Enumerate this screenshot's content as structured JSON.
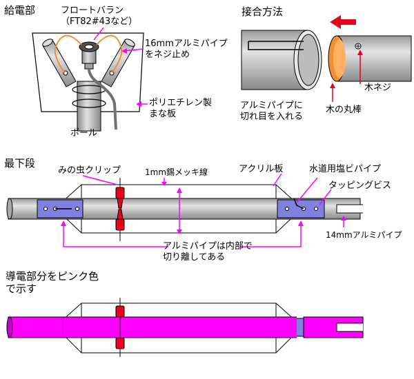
{
  "sections": {
    "feed": "給電部",
    "joint": "接合方法",
    "bottom": "最下段",
    "conductive": "導電部分をピンク色\nで示す"
  },
  "feed_labels": {
    "float_balun": "フロートバラン\n（FT82#43など）",
    "alu_pipe_screw": "16mmアルミパイプ\nをネジ止め",
    "poly_plate": "ポリエチレン製\nまな板",
    "pole": "ポール"
  },
  "joint_labels": {
    "slit": "アルミパイプに\n切れ目を入れる",
    "wood_screw": "木ネジ",
    "wood_rod": "木の丸棒"
  },
  "bottom_labels": {
    "clip": "みの虫クリップ",
    "tinned_wire": "1mm錫メッキ線",
    "acrylic": "アクリル板",
    "pvc_pipe": "水道用塩ビパイプ",
    "tapping_screw": "タッピングビス",
    "alu_14mm": "14mmアルミパイプ",
    "internal_cut": "アルミパイプは内部で\n切り離してある"
  },
  "colors": {
    "arrow": "#e8001c",
    "pink": "#ff00ff",
    "blue_pipe": "#8080e0",
    "gray_pipe": "#c0c0c0",
    "wood": "#f09030",
    "clip_red": "#e8001c",
    "leader_pink": "#ff00ff"
  }
}
